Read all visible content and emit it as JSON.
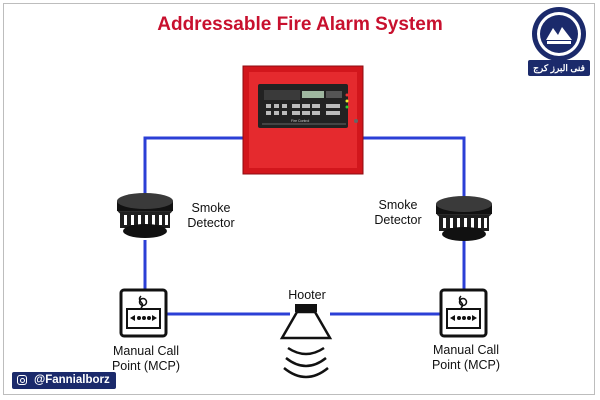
{
  "title": "Addressable Fire Alarm System",
  "panel": {
    "display_caption": "Fire Control"
  },
  "smoke_detector_left": {
    "line1": "Smoke",
    "line2": "Detector"
  },
  "smoke_detector_right": {
    "line1": "Smoke",
    "line2": "Detector"
  },
  "hooter": {
    "label": "Hooter"
  },
  "mcp_left": {
    "line1": "Manual Call",
    "line2": "Point (MCP)"
  },
  "mcp_right": {
    "line1": "Manual Call",
    "line2": "Point (MCP)"
  },
  "logo": {
    "caption": "فنی البرز کرج"
  },
  "social": {
    "handle": "@Fannialborz",
    "icon": "instagram-icon"
  },
  "colors": {
    "wire": "#2b3fd6",
    "panel": "#d2161c",
    "title": "#c8102e",
    "brand": "#1b2a6b"
  }
}
